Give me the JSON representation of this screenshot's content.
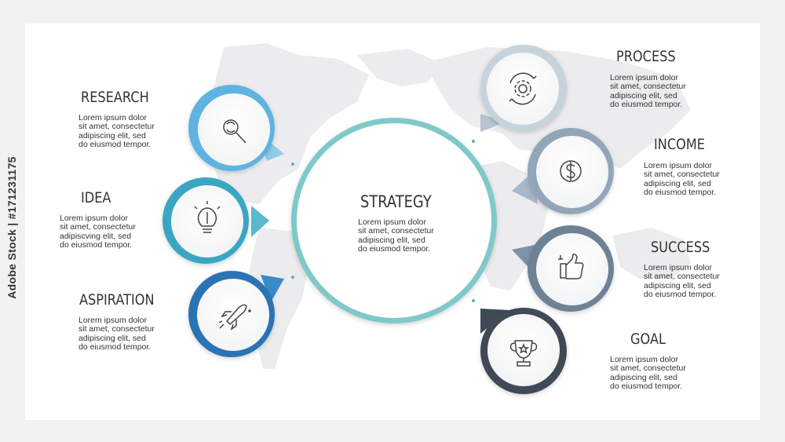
{
  "watermark": "Adobe Stock | #171231175",
  "center": {
    "title": "STRATEGY",
    "desc": "Lorem ipsum dolor\nsit amet, consectetur\nadipiscing elit, sed\ndo eiusmod tempor."
  },
  "left_items": [
    {
      "title": "RESEARCH",
      "icon": "magnifier-refresh-icon",
      "color": "#5eb3e1",
      "desc": "Lorem ipsum dolor\nsit amet, consectetur\nadipiscing elit, sed\ndo eiusmod tempor."
    },
    {
      "title": "IDEA",
      "icon": "lightbulb-icon",
      "color": "#3aa6c4",
      "desc": "Lorem ipsum dolor\nsit amet, consectetur\nadipiscving elit, sed\ndo eiusmod tempor."
    },
    {
      "title": "ASPIRATION",
      "icon": "rocket-icon",
      "color": "#2c73b5",
      "desc": "Lorem ipsum dolor\nsit amet, consectetur\nadipiscing elit, sed\ndo eiusmod tempor."
    }
  ],
  "right_items": [
    {
      "title": "PROCESS",
      "icon": "gear-cycle-icon",
      "color": "#c6d3dd",
      "desc": "Lorem ipsum dolor\nsit amet, consectetur\nadipiscing elit, sed\ndo eiusmod tempor."
    },
    {
      "title": "INCOME",
      "icon": "dollar-coin-icon",
      "color": "#93a5b8",
      "desc": "Lorem ipsum dolor\nsit amet, consectetur\nadipiscing elit, sed\ndo eiusmod tempor."
    },
    {
      "title": "SUCCESS",
      "icon": "thumbs-up-icon",
      "color": "#6e8296",
      "desc": "Lorem ipsum dolor\nsit amet, consectetur\nadipiscing elit, sed\ndo eiusmod tempor."
    },
    {
      "title": "GOAL",
      "icon": "trophy-icon",
      "color": "#3f4a57",
      "desc": "Lorem ipsum dolor\nsit amet, consectetur\nadipiscing elit, sed\ndo eiusmod tempor."
    }
  ]
}
